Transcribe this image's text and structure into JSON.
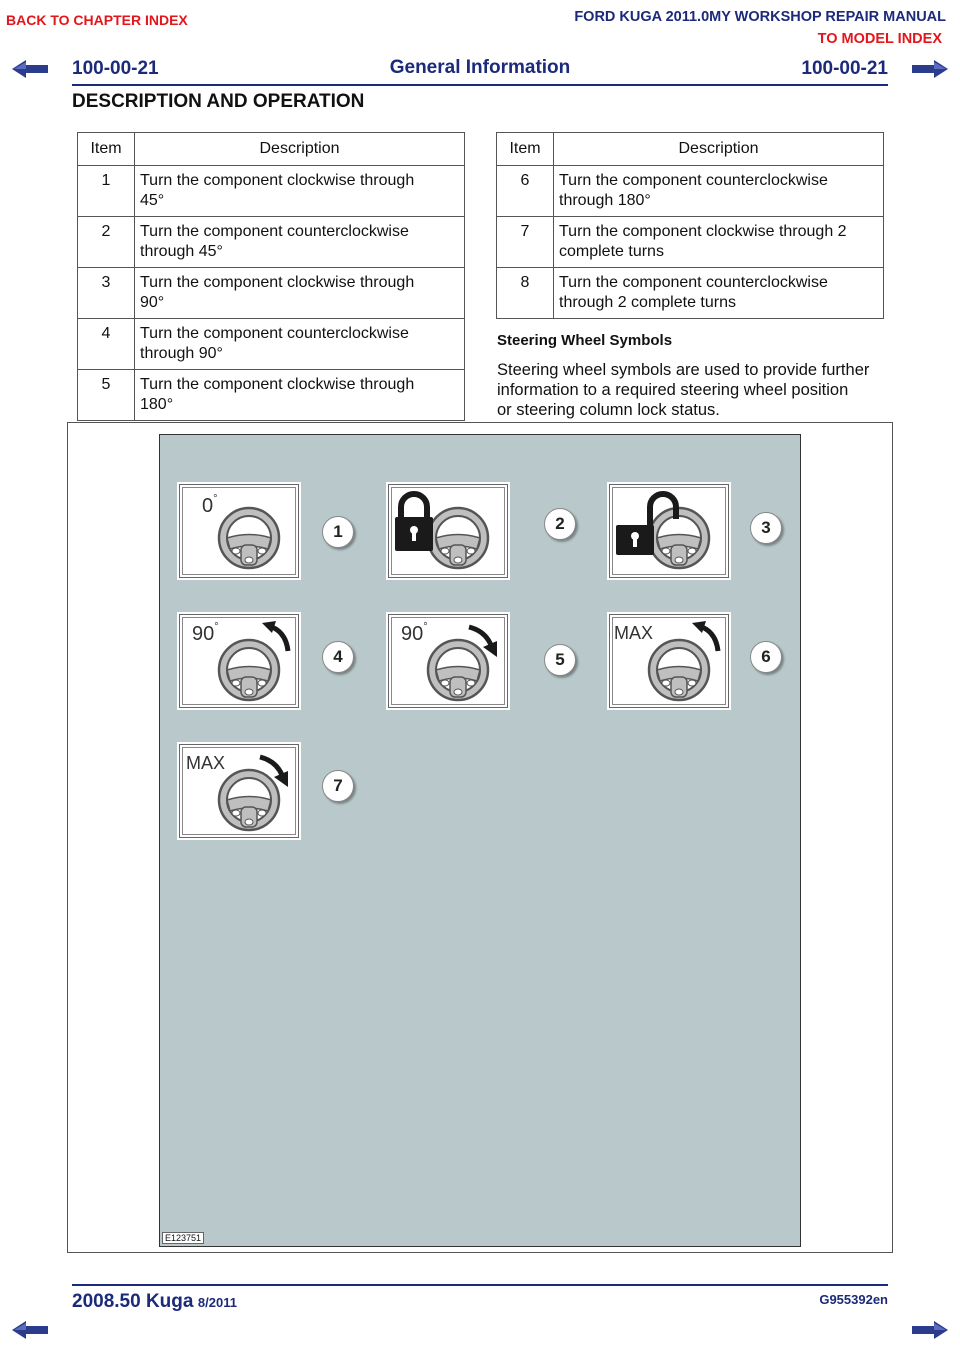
{
  "top_links": {
    "back_to_chapter": "BACK TO CHAPTER INDEX",
    "manual_title": "FORD KUGA 2011.0MY WORKSHOP REPAIR MANUAL",
    "to_model_index": "TO MODEL INDEX"
  },
  "header": {
    "page_number_left": "100-00-21",
    "section_title": "General Information",
    "page_number_right": "100-00-21",
    "heading": "DESCRIPTION AND OPERATION"
  },
  "table_left": {
    "col_item": "Item",
    "col_description": "Description",
    "rows": [
      {
        "item": "1",
        "line1": "Turn the component clockwise through",
        "line2": "45°"
      },
      {
        "item": "2",
        "line1": "Turn the component counterclockwise",
        "line2": "through 45°"
      },
      {
        "item": "3",
        "line1": "Turn the component clockwise through",
        "line2": "90°"
      },
      {
        "item": "4",
        "line1": "Turn the component counterclockwise",
        "line2": "through 90°"
      },
      {
        "item": "5",
        "line1": "Turn the component clockwise through",
        "line2": "180°"
      }
    ]
  },
  "table_right": {
    "col_item": "Item",
    "col_description": "Description",
    "rows": [
      {
        "item": "6",
        "line1": "Turn the component counterclockwise",
        "line2": "through 180°"
      },
      {
        "item": "7",
        "line1": "Turn the component clockwise through 2",
        "line2": "complete turns"
      },
      {
        "item": "8",
        "line1": "Turn the component counterclockwise",
        "line2": "through 2 complete turns"
      }
    ]
  },
  "steering_section": {
    "title": "Steering Wheel Symbols",
    "para_line1": "Steering wheel symbols are used to provide further",
    "para_line2": "information to a required steering wheel position",
    "para_line3": "or steering column lock status."
  },
  "figure": {
    "code": "E123751",
    "symbol_labels": {
      "s1": "0",
      "s4": "90",
      "s5": "90",
      "s6": "MAX",
      "s7": "MAX",
      "degree": "°"
    },
    "callouts": [
      "1",
      "2",
      "3",
      "4",
      "5",
      "6",
      "7"
    ]
  },
  "footer": {
    "model": "2008.50 Kuga",
    "date": "8/2011",
    "doc_code": "G955392en"
  },
  "colors": {
    "accent_blue": "#1b2a7a",
    "link_red": "#e3161c",
    "figure_background": "#b9c9cb"
  }
}
